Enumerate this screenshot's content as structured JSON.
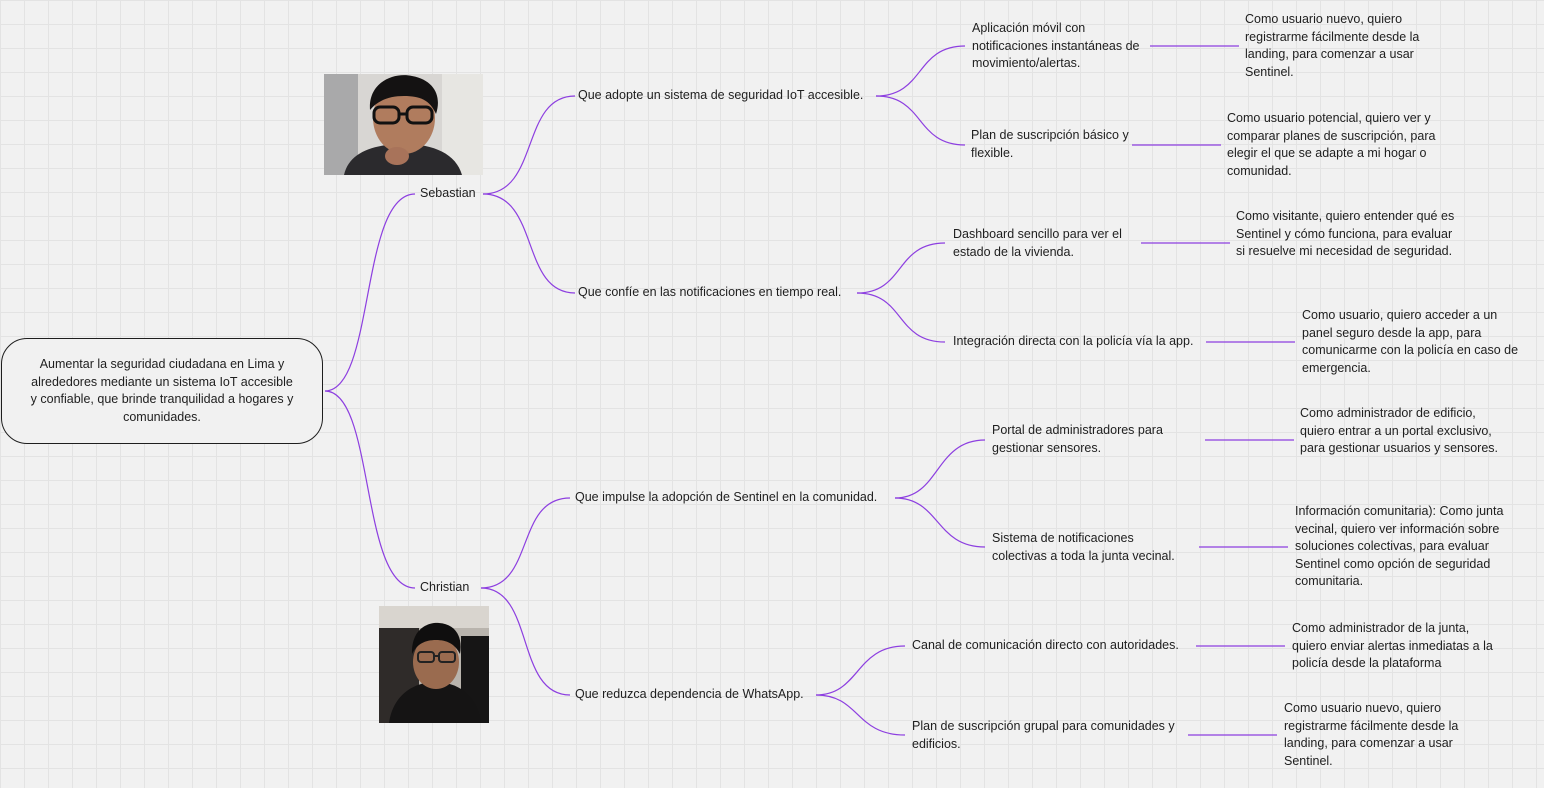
{
  "root": "Aumentar la seguridad ciudadana en Lima y alrededores mediante un sistema IoT accesible y confiable, que brinde tranquilidad a hogares y comunidades.",
  "colors": {
    "connector": "#8d3fe0",
    "text": "#1e1e1e",
    "background": "#f1f1f1"
  },
  "personas": [
    {
      "name": "Sebastian",
      "photo": "webcam-photo",
      "goals": [
        {
          "label": "Que adopte un sistema de seguridad IoT accesible.",
          "features": [
            {
              "label": "Aplicación móvil con notificaciones instantáneas de movimiento/alertas.",
              "story": "Como usuario nuevo, quiero registrarme fácilmente desde la landing, para comenzar a usar Sentinel."
            },
            {
              "label": "Plan de suscripción básico y flexible.",
              "story": "Como usuario potencial, quiero ver y comparar planes de suscripción, para elegir el que se adapte a mi hogar o comunidad."
            }
          ]
        },
        {
          "label": "Que confíe en las notificaciones en tiempo real.",
          "features": [
            {
              "label": "Dashboard sencillo para ver el estado de la vivienda.",
              "story": "Como visitante, quiero entender qué es Sentinel y cómo funciona, para evaluar si resuelve mi necesidad de seguridad."
            },
            {
              "label": "Integración directa con la policía vía la app.",
              "story": "Como usuario, quiero acceder a un panel seguro desde la app, para comunicarme con la policía en caso de emergencia."
            }
          ]
        }
      ]
    },
    {
      "name": "Christian",
      "photo": "webcam-photo",
      "goals": [
        {
          "label": "Que impulse la adopción de Sentinel en la comunidad.",
          "features": [
            {
              "label": "Portal de administradores para gestionar sensores.",
              "story": " Como administrador de edificio, quiero entrar a un portal exclusivo, para gestionar usuarios y sensores."
            },
            {
              "label": "Sistema de notificaciones colectivas a toda la junta vecinal.",
              "story": "Información comunitaria): Como junta vecinal, quiero ver información sobre soluciones colectivas, para evaluar Sentinel como opción de seguridad comunitaria."
            }
          ]
        },
        {
          "label": "Que reduzca dependencia de WhatsApp.",
          "features": [
            {
              "label": "Canal de comunicación directo con autoridades.",
              "story": "Como administrador de la junta, quiero enviar alertas inmediatas a la policía desde la plataforma"
            },
            {
              "label": "Plan de suscripción grupal para comunidades y edificios.",
              "story": "Como usuario nuevo, quiero registrarme fácilmente desde la landing, para comenzar a usar Sentinel."
            }
          ]
        }
      ]
    }
  ]
}
